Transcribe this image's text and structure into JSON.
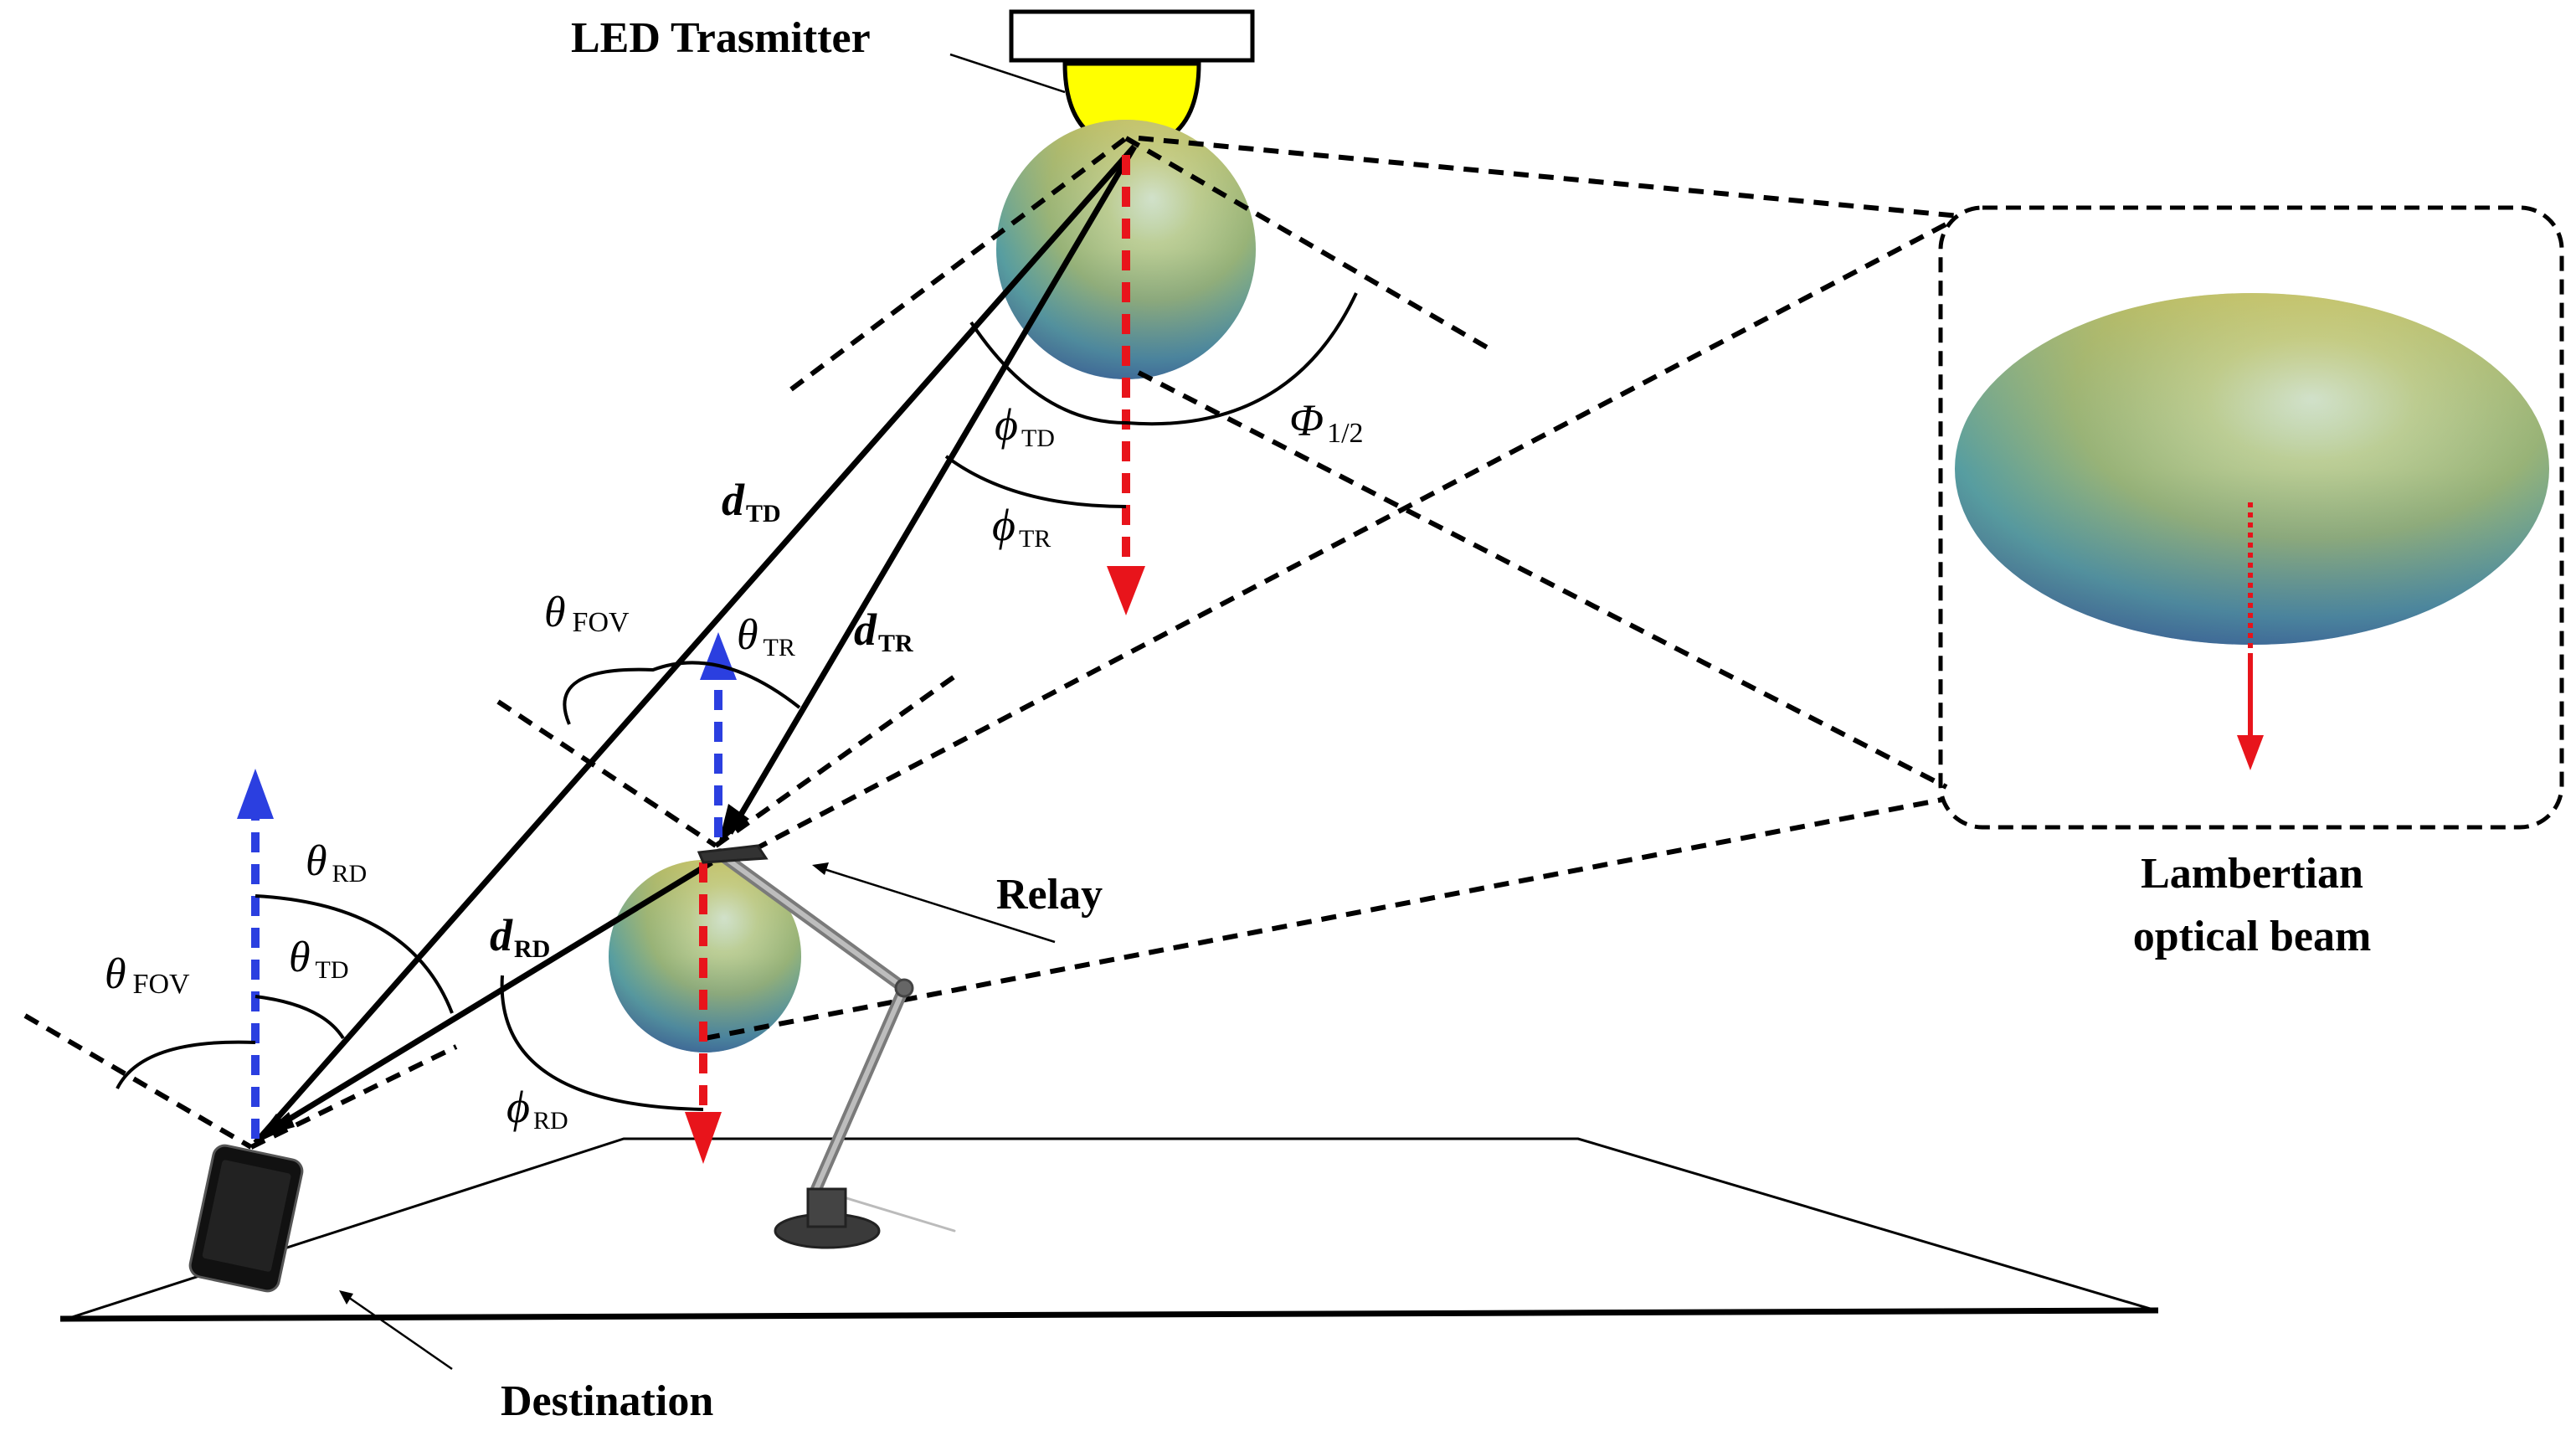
{
  "labels": {
    "transmitter": "LED Trasmitter",
    "relay": "Relay",
    "destination": "Destination",
    "beam_line1": "Lambertian",
    "beam_line2": "optical beam"
  },
  "symbols": {
    "phi_td": {
      "main": "ϕ",
      "sub": "TD"
    },
    "phi_tr": {
      "main": "ϕ",
      "sub": "TR"
    },
    "phi_rd": {
      "main": "ϕ",
      "sub": "RD"
    },
    "phi_half": {
      "main": "Φ",
      "sub": "1/2"
    },
    "d_td": {
      "main": "d",
      "sub": "TD"
    },
    "d_tr": {
      "main": "d",
      "sub": "TR"
    },
    "d_rd": {
      "main": "d",
      "sub": "RD"
    },
    "theta_fov_relay": {
      "main": "θ",
      "sub": "FOV"
    },
    "theta_tr": {
      "main": "θ",
      "sub": "TR"
    },
    "theta_rd": {
      "main": "θ",
      "sub": "RD"
    },
    "theta_td": {
      "main": "θ",
      "sub": "TD"
    },
    "theta_fov_dest": {
      "main": "θ",
      "sub": "FOV"
    }
  },
  "colors": {
    "emission_arrow": "#e8141b",
    "normal_arrow": "#2b3fe0",
    "led": "#ffff00",
    "line": "#000000"
  }
}
